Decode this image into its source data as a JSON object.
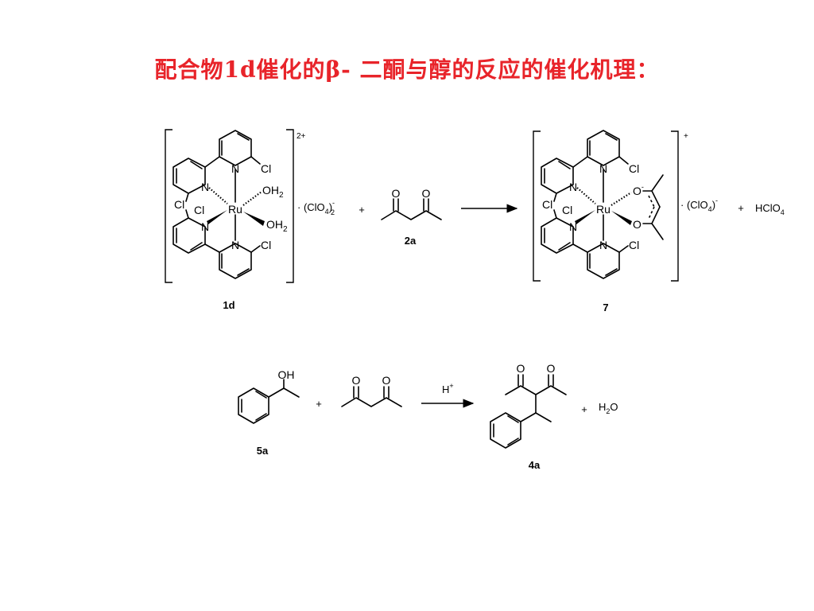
{
  "page": {
    "title": "配合物1d催化的β- 二酮与醇的反应的催化机理：",
    "title_color": "#e8242a"
  },
  "scheme1": {
    "complex_1d": {
      "label": "1d",
      "metal": "Ru",
      "ligand_atoms": [
        "N",
        "N",
        "N",
        "N"
      ],
      "chloro": [
        "Cl",
        "Cl",
        "Cl",
        "Cl"
      ],
      "water_1": "OH",
      "water_2": "OH",
      "water_sub": "2",
      "charge": "2+",
      "counterion": "· (ClO",
      "counterion_sub": "4",
      "counterion_sup": "-",
      "counterion_count": "2"
    },
    "plus_1": "+",
    "diketone_2a": {
      "label": "2a",
      "o1": "O",
      "o2": "O"
    },
    "complex_7": {
      "label": "7",
      "metal": "Ru",
      "ligand_atoms": [
        "N",
        "N",
        "N",
        "N"
      ],
      "chloro": [
        "Cl",
        "Cl",
        "Cl",
        "Cl"
      ],
      "o1": "O",
      "o2": "O",
      "o_charge": "-",
      "charge": "+",
      "counterion": "· (ClO",
      "counterion_sub": "4",
      "counterion_sup": "-"
    },
    "plus_2": "+",
    "byproduct": {
      "text": "HClO",
      "sub": "4"
    }
  },
  "scheme2": {
    "alcohol_5a": {
      "label": "5a",
      "oh": "OH"
    },
    "plus_1": "+",
    "diketone": {
      "o1": "O",
      "o2": "O"
    },
    "arrow_reagent": {
      "text": "H",
      "sup": "+"
    },
    "product_4a": {
      "label": "4a",
      "o1": "O",
      "o2": "O"
    },
    "plus_2": "+",
    "water": {
      "text": "H",
      "sub": "2",
      "tail": "O"
    }
  }
}
